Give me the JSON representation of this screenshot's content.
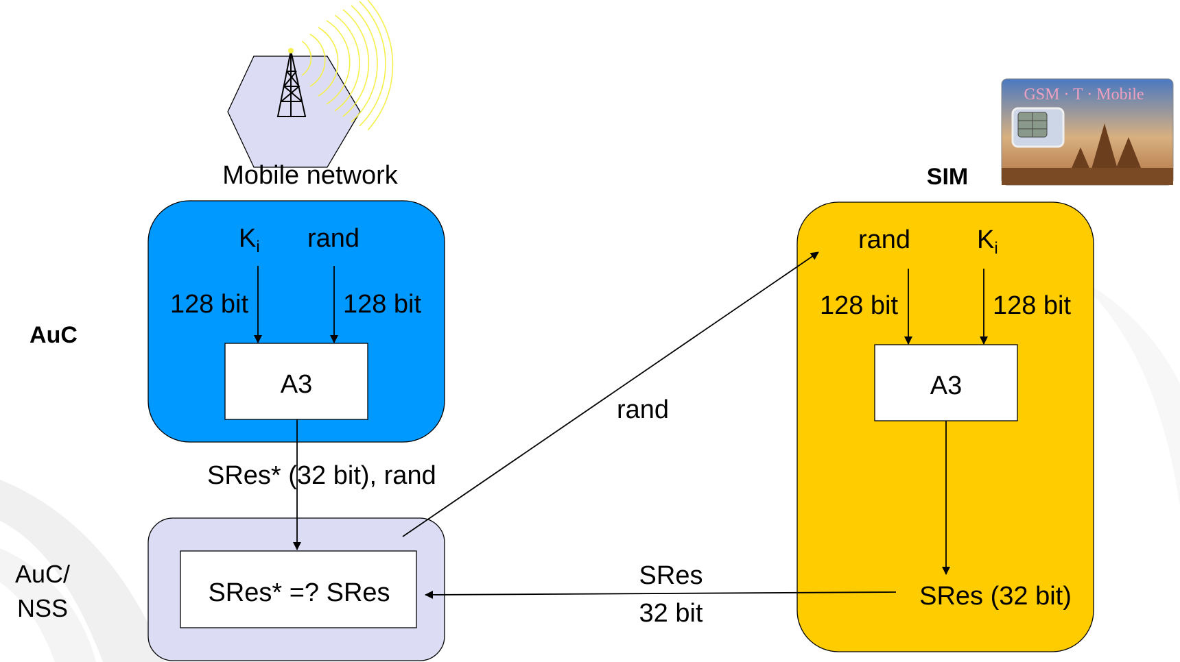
{
  "labels": {
    "mobile_network": "Mobile network",
    "sim": "SIM",
    "auc": "AuC",
    "auc_nss_line1": "AuC/",
    "auc_nss_line2": "NSS"
  },
  "auc_box": {
    "ki_main": "K",
    "ki_sub": "i",
    "rand": "rand",
    "bits_left": "128 bit",
    "bits_right": "128 bit",
    "algo": "A3"
  },
  "sim_box": {
    "rand": "rand",
    "ki_main": "K",
    "ki_sub": "i",
    "bits_left": "128 bit",
    "bits_right": "128 bit",
    "algo": "A3",
    "sres_out": "SRes (32 bit)"
  },
  "compare_box": {
    "expr": "SRes* =? SRes"
  },
  "flows": {
    "auc_to_compare": "SRes* (32 bit), rand",
    "rand_to_sim": "rand",
    "sres_return_line1": "SRes",
    "sres_return_line2": "32 bit"
  },
  "sim_card": {
    "brand_text": "GSM · T · Mobile"
  },
  "colors": {
    "auc_fill": "#0099FF",
    "sim_fill": "#FFCC00",
    "compare_fill": "#DCDCF5",
    "hex_fill": "#DCDCF5",
    "signal": "#F5F04A"
  }
}
